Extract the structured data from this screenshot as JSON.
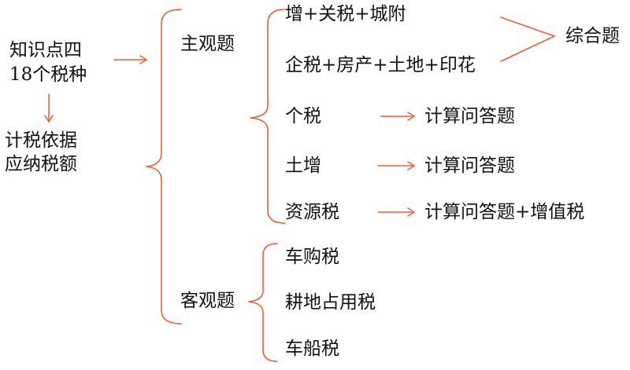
{
  "colors": {
    "line": "#e8603c",
    "text": "#111111",
    "background": "#ffffff"
  },
  "root": {
    "line1": "知识点四",
    "line2": "18个税种",
    "sub1": "计税依据",
    "sub2": "应纳税额"
  },
  "categories": {
    "subjective": "主观题",
    "objective": "客观题"
  },
  "subjective_items": [
    {
      "label": "增+关税+城附",
      "result": ""
    },
    {
      "label": "企税+房产+土地+印花",
      "result": ""
    },
    {
      "label": "个税",
      "result": "计算问答题"
    },
    {
      "label": "土增",
      "result": "计算问答题"
    },
    {
      "label": "资源税",
      "result": "计算问答题+增值税"
    }
  ],
  "combined_result": "综合题",
  "objective_items": [
    "车购税",
    "耕地占用税",
    "车船税"
  ]
}
